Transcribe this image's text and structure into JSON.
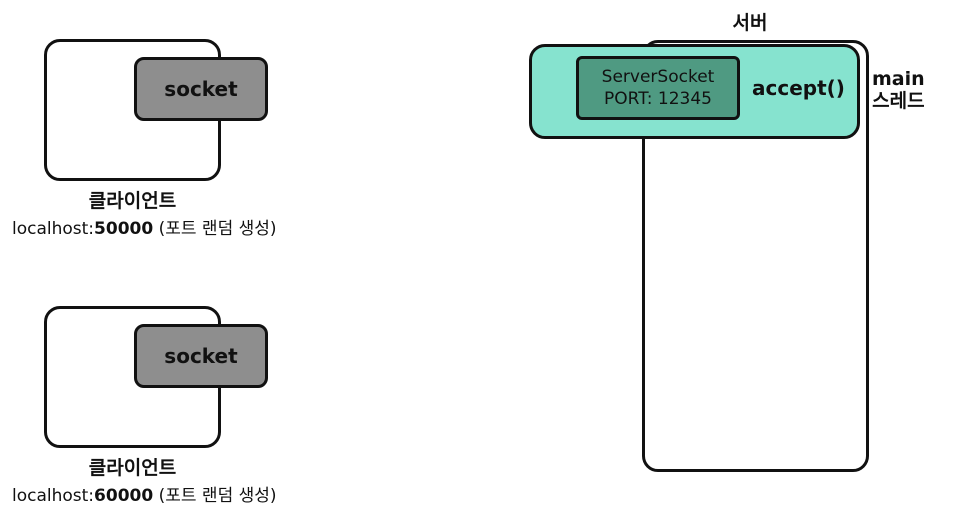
{
  "clients": [
    {
      "socket_label": "socket",
      "title": "클라이언트",
      "addr_host": "localhost:",
      "addr_port": "50000",
      "addr_note": " (포트 랜덤 생성)"
    },
    {
      "socket_label": "socket",
      "title": "클라이언트",
      "addr_host": "localhost:",
      "addr_port": "60000",
      "addr_note": " (포트 랜덤 생성)"
    }
  ],
  "server": {
    "title": "서버",
    "server_socket_line1": "ServerSocket",
    "server_socket_line2": "PORT: 12345",
    "accept_label": "accept()",
    "thread_label_line1": "main",
    "thread_label_line2": "스레드"
  },
  "colors": {
    "socket_fill": "#8e8e8e",
    "thread_fill": "#86e3cf",
    "server_socket_fill": "#4f9a82",
    "outline": "#111111"
  }
}
